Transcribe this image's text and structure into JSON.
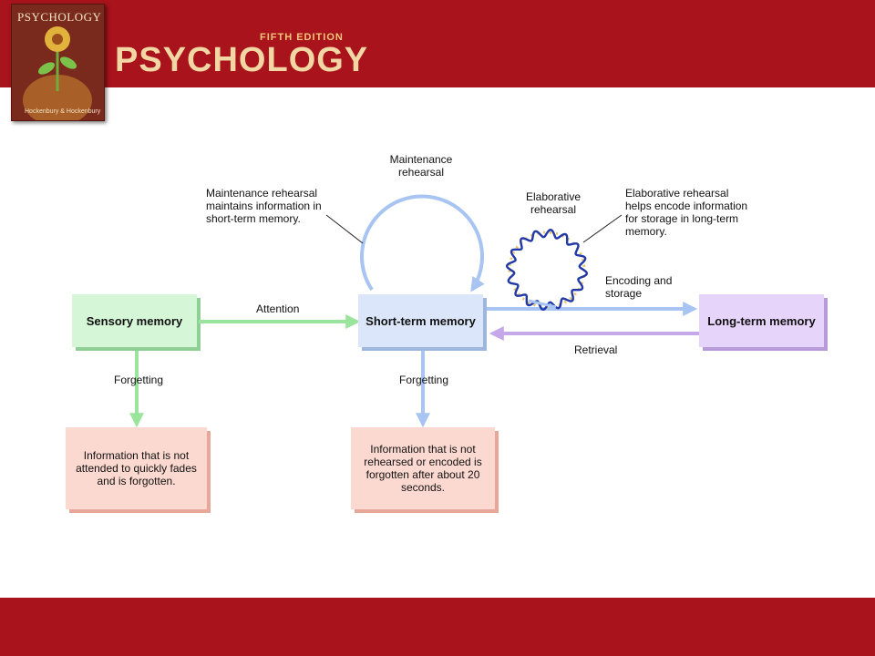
{
  "header": {
    "cover_title": "PSYCHOLOGY",
    "cover_authors": "Hockenbury & Hockenbury",
    "edition": "FIFTH EDITION",
    "brand": "PSYCHOLOGY"
  },
  "diagram": {
    "sensory": "Sensory memory",
    "short_term": "Short-term memory",
    "long_term": "Long-term memory",
    "attention": "Attention",
    "forgetting_1": "Forgetting",
    "forgetting_2": "Forgetting",
    "maintenance_label": "Maintenance rehearsal",
    "maintenance_note": "Maintenance rehearsal maintains information in short-term memory.",
    "elaborative_label": "Elaborative rehearsal",
    "elaborative_note": "Elaborative rehearsal helps encode information for storage in long-term memory.",
    "encoding": "Encoding and storage",
    "retrieval": "Retrieval",
    "sensory_note": "Information that is not attended to quickly fades and is forgotten.",
    "stm_note": "Information that is not rehearsed or encoded is forgotten after about 20 seconds."
  },
  "colors": {
    "banner": "#a8131c",
    "sensory": "#d6f6d8",
    "short_term": "#dbe6fa",
    "long_term": "#e6d4fa",
    "note": "#fcd9d0",
    "green_arrow": "#9be49b",
    "blue_arrow": "#a8c4f2",
    "purple_arrow": "#c5a8ea"
  }
}
